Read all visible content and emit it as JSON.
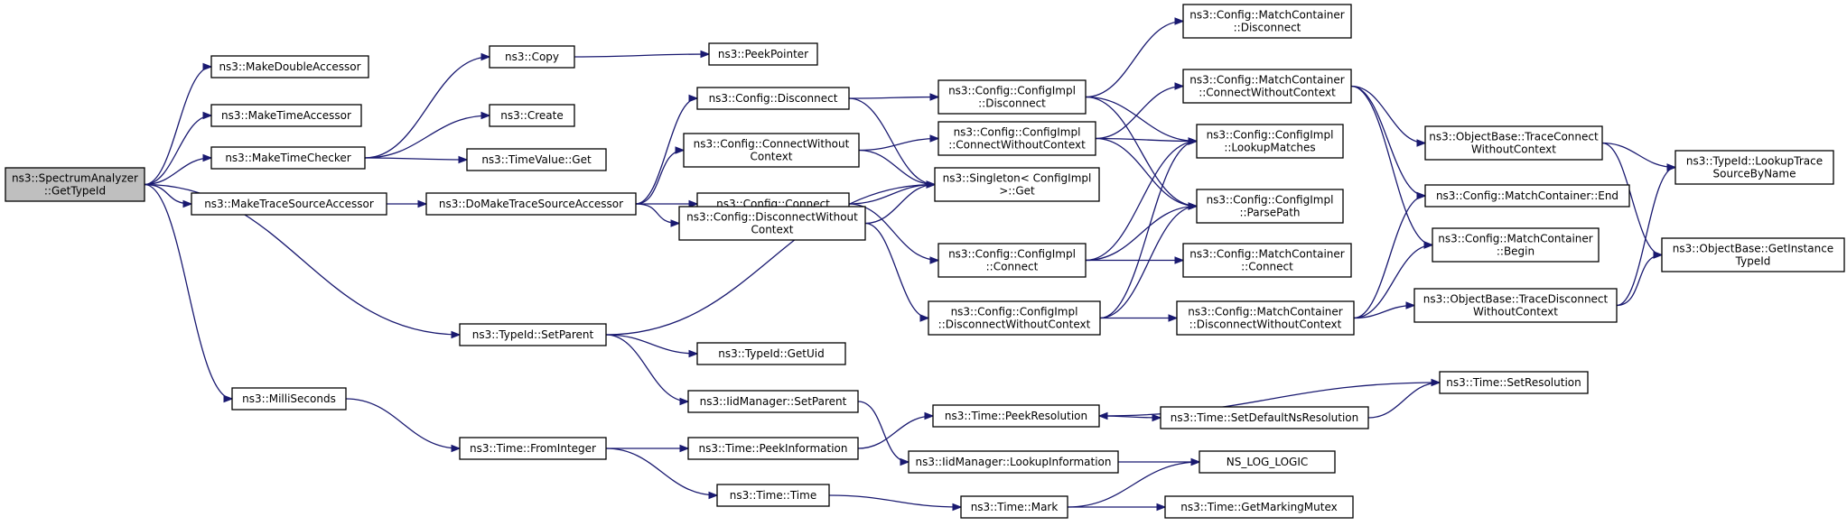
{
  "colors": {
    "edge": "#191970",
    "node_border": "#000000",
    "root_fill": "#bfbfbf",
    "node_fill": "#ffffff"
  },
  "nodes": [
    {
      "id": "root",
      "lines": [
        "ns3::SpectrumAnalyzer",
        "::GetTypeId"
      ],
      "root": true
    },
    {
      "id": "mkdouble",
      "lines": [
        "ns3::MakeDoubleAccessor"
      ]
    },
    {
      "id": "mktimeacc",
      "lines": [
        "ns3::MakeTimeAccessor"
      ]
    },
    {
      "id": "mktimechk",
      "lines": [
        "ns3::MakeTimeChecker"
      ]
    },
    {
      "id": "mktrace",
      "lines": [
        "ns3::MakeTraceSourceAccessor"
      ]
    },
    {
      "id": "setparent",
      "lines": [
        "ns3::TypeId::SetParent"
      ]
    },
    {
      "id": "millis",
      "lines": [
        "ns3::MilliSeconds"
      ]
    },
    {
      "id": "copy",
      "lines": [
        "ns3::Copy"
      ]
    },
    {
      "id": "create",
      "lines": [
        "ns3::Create"
      ]
    },
    {
      "id": "timevalget",
      "lines": [
        "ns3::TimeValue::Get"
      ]
    },
    {
      "id": "peekptr",
      "lines": [
        "ns3::PeekPointer"
      ]
    },
    {
      "id": "domktrace",
      "lines": [
        "ns3::DoMakeTraceSourceAccessor"
      ]
    },
    {
      "id": "getuid",
      "lines": [
        "ns3::TypeId::GetUid"
      ]
    },
    {
      "id": "iidsetparent",
      "lines": [
        "ns3::IidManager::SetParent"
      ]
    },
    {
      "id": "frominteger",
      "lines": [
        "ns3::Time::FromInteger"
      ]
    },
    {
      "id": "cfgdisc",
      "lines": [
        "ns3::Config::Disconnect"
      ]
    },
    {
      "id": "cfgconnwoc",
      "lines": [
        "ns3::Config::ConnectWithout",
        "Context"
      ]
    },
    {
      "id": "cfgconn",
      "lines": [
        "ns3::Config::Connect"
      ]
    },
    {
      "id": "cfgdiscwoc",
      "lines": [
        "ns3::Config::DisconnectWithout",
        "Context"
      ]
    },
    {
      "id": "peekinfo",
      "lines": [
        "ns3::Time::PeekInformation"
      ]
    },
    {
      "id": "timetime",
      "lines": [
        "ns3::Time::Time"
      ]
    },
    {
      "id": "implDisc",
      "lines": [
        "ns3::Config::ConfigImpl",
        "::Disconnect"
      ]
    },
    {
      "id": "implConnWoc",
      "lines": [
        "ns3::Config::ConfigImpl",
        "::ConnectWithoutContext"
      ]
    },
    {
      "id": "singleton",
      "lines": [
        "ns3::Singleton< ConfigImpl",
        ">::Get"
      ]
    },
    {
      "id": "implConn",
      "lines": [
        "ns3::Config::ConfigImpl",
        "::Connect"
      ]
    },
    {
      "id": "implDiscWoc",
      "lines": [
        "ns3::Config::ConfigImpl",
        "::DisconnectWithoutContext"
      ]
    },
    {
      "id": "peekres",
      "lines": [
        "ns3::Time::PeekResolution"
      ]
    },
    {
      "id": "lookupinfo",
      "lines": [
        "ns3::IidManager::LookupInformation"
      ]
    },
    {
      "id": "mark",
      "lines": [
        "ns3::Time::Mark"
      ]
    },
    {
      "id": "mcDisc",
      "lines": [
        "ns3::Config::MatchContainer",
        "::Disconnect"
      ]
    },
    {
      "id": "mcConnWoc",
      "lines": [
        "ns3::Config::MatchContainer",
        "::ConnectWithoutContext"
      ]
    },
    {
      "id": "lookupmatches",
      "lines": [
        "ns3::Config::ConfigImpl",
        "::LookupMatches"
      ]
    },
    {
      "id": "parsepath",
      "lines": [
        "ns3::Config::ConfigImpl",
        "::ParsePath"
      ]
    },
    {
      "id": "mcConn",
      "lines": [
        "ns3::Config::MatchContainer",
        "::Connect"
      ]
    },
    {
      "id": "mcDiscWoc",
      "lines": [
        "ns3::Config::MatchContainer",
        "::DisconnectWithoutContext"
      ]
    },
    {
      "id": "setdefres",
      "lines": [
        "ns3::Time::SetDefaultNsResolution"
      ]
    },
    {
      "id": "nslog",
      "lines": [
        "NS_LOG_LOGIC"
      ]
    },
    {
      "id": "getmarkmutex",
      "lines": [
        "ns3::Time::GetMarkingMutex"
      ]
    },
    {
      "id": "obTraceConnWoc",
      "lines": [
        "ns3::ObjectBase::TraceConnect",
        "WithoutContext"
      ]
    },
    {
      "id": "mcEnd",
      "lines": [
        "ns3::Config::MatchContainer::End"
      ]
    },
    {
      "id": "mcBegin",
      "lines": [
        "ns3::Config::MatchContainer",
        "::Begin"
      ]
    },
    {
      "id": "obTraceDiscWoc",
      "lines": [
        "ns3::ObjectBase::TraceDisconnect",
        "WithoutContext"
      ]
    },
    {
      "id": "setres",
      "lines": [
        "ns3::Time::SetResolution"
      ]
    },
    {
      "id": "lookuptrace",
      "lines": [
        "ns3::TypeId::LookupTrace",
        "SourceByName"
      ]
    },
    {
      "id": "getinsttypeid",
      "lines": [
        "ns3::ObjectBase::GetInstance",
        "TypeId"
      ]
    }
  ],
  "edges": [
    [
      "root",
      "mkdouble"
    ],
    [
      "root",
      "mktimeacc"
    ],
    [
      "root",
      "mktimechk"
    ],
    [
      "root",
      "mktrace"
    ],
    [
      "root",
      "setparent"
    ],
    [
      "root",
      "millis"
    ],
    [
      "mktimechk",
      "copy"
    ],
    [
      "mktimechk",
      "create"
    ],
    [
      "mktimechk",
      "timevalget"
    ],
    [
      "copy",
      "peekptr"
    ],
    [
      "mktrace",
      "domktrace"
    ],
    [
      "domktrace",
      "cfgdisc"
    ],
    [
      "domktrace",
      "cfgconnwoc"
    ],
    [
      "domktrace",
      "cfgconn"
    ],
    [
      "domktrace",
      "cfgdiscwoc"
    ],
    [
      "setparent",
      "singleton"
    ],
    [
      "setparent",
      "getuid"
    ],
    [
      "setparent",
      "iidsetparent"
    ],
    [
      "iidsetparent",
      "lookupinfo"
    ],
    [
      "millis",
      "frominteger"
    ],
    [
      "frominteger",
      "peekinfo"
    ],
    [
      "frominteger",
      "timetime"
    ],
    [
      "peekinfo",
      "peekres"
    ],
    [
      "timetime",
      "mark"
    ],
    [
      "cfgdisc",
      "implDisc"
    ],
    [
      "cfgdisc",
      "singleton"
    ],
    [
      "cfgconnwoc",
      "implConnWoc"
    ],
    [
      "cfgconnwoc",
      "singleton"
    ],
    [
      "cfgconn",
      "singleton"
    ],
    [
      "cfgconn",
      "implConn"
    ],
    [
      "cfgdiscwoc",
      "singleton"
    ],
    [
      "cfgdiscwoc",
      "implDiscWoc"
    ],
    [
      "implDisc",
      "mcDisc"
    ],
    [
      "implDisc",
      "lookupmatches"
    ],
    [
      "implDisc",
      "parsepath"
    ],
    [
      "implConnWoc",
      "mcConnWoc"
    ],
    [
      "implConnWoc",
      "lookupmatches"
    ],
    [
      "implConnWoc",
      "parsepath"
    ],
    [
      "implConn",
      "lookupmatches"
    ],
    [
      "implConn",
      "parsepath"
    ],
    [
      "implConn",
      "mcConn"
    ],
    [
      "implDiscWoc",
      "lookupmatches"
    ],
    [
      "implDiscWoc",
      "parsepath"
    ],
    [
      "implDiscWoc",
      "mcDiscWoc"
    ],
    [
      "peekres",
      "setdefres"
    ],
    [
      "lookupinfo",
      "nslog"
    ],
    [
      "mark",
      "nslog"
    ],
    [
      "mark",
      "getmarkmutex"
    ],
    [
      "mcConnWoc",
      "obTraceConnWoc"
    ],
    [
      "mcConnWoc",
      "mcEnd"
    ],
    [
      "mcConnWoc",
      "mcBegin"
    ],
    [
      "mcDiscWoc",
      "mcEnd"
    ],
    [
      "mcDiscWoc",
      "mcBegin"
    ],
    [
      "mcDiscWoc",
      "obTraceDiscWoc"
    ],
    [
      "setdefres",
      "setres"
    ],
    [
      "setres",
      "peekres"
    ],
    [
      "obTraceConnWoc",
      "lookuptrace"
    ],
    [
      "obTraceConnWoc",
      "getinsttypeid"
    ],
    [
      "obTraceDiscWoc",
      "lookuptrace"
    ],
    [
      "obTraceDiscWoc",
      "getinsttypeid"
    ]
  ]
}
